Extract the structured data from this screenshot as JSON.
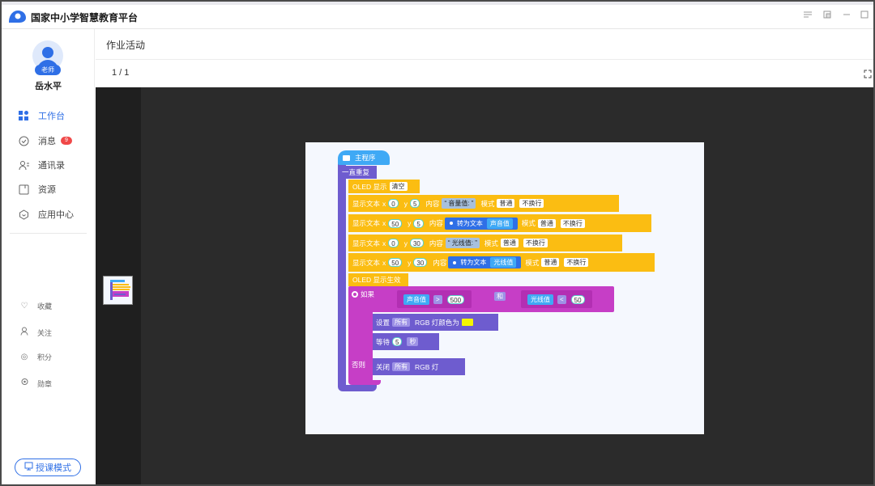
{
  "app": {
    "title": "国家中小学智慧教育平台"
  },
  "window_controls": [
    "menu-icon",
    "restore-icon",
    "minimize-icon",
    "maximize-icon"
  ],
  "user": {
    "role": "老师",
    "name": "岳水平"
  },
  "nav": [
    {
      "label": "工作台",
      "icon": "dashboard-icon",
      "active": true
    },
    {
      "label": "消息",
      "icon": "message-icon",
      "badge": "9"
    },
    {
      "label": "通讯录",
      "icon": "contacts-icon"
    },
    {
      "label": "资源",
      "icon": "resource-icon"
    },
    {
      "label": "应用中心",
      "icon": "app-center-icon"
    }
  ],
  "nav_secondary": [
    {
      "label": "收藏",
      "icon": "heart-icon"
    },
    {
      "label": "关注",
      "icon": "follow-icon"
    },
    {
      "label": "积分",
      "icon": "points-icon"
    },
    {
      "label": "勋章",
      "icon": "medal-icon"
    }
  ],
  "teach_mode_label": "授课模式",
  "page": {
    "title": "作业活动",
    "indicator": "1 / 1"
  },
  "program": {
    "main": "主程序",
    "forever": "一直重复",
    "oled_show": "OLED 显示",
    "clear": "清空",
    "show_text": "显示文本",
    "x": "x",
    "y": "y",
    "content": "内容",
    "mode": "模式",
    "normal": "普通",
    "no_wrap": "不换行",
    "to_text": "转为文本",
    "sound": "声音值",
    "light": "光线值",
    "line1": {
      "x": "0",
      "y": "5",
      "text": "音量值:"
    },
    "line2": {
      "x": "50",
      "y": "5"
    },
    "line3": {
      "x": "0",
      "y": "30",
      "text": "光线值:"
    },
    "line4": {
      "x": "50",
      "y": "30"
    },
    "oled_effect": "OLED 显示生效",
    "if": "如果",
    "gt": ">",
    "threshold1": "500",
    "and": "和",
    "lt": "<",
    "threshold2": "50",
    "set": "设置",
    "all": "所有",
    "rgb_color": "RGB 灯颜色为",
    "wait": "等待",
    "wait_val": "5",
    "seconds": "秒",
    "else": "否则",
    "off": "关闭",
    "rgb_light": "RGB 灯"
  },
  "colors": {
    "accent": "#2f6fe6",
    "badge": "#f04848",
    "viewer_bg": "#2b2b2b"
  }
}
